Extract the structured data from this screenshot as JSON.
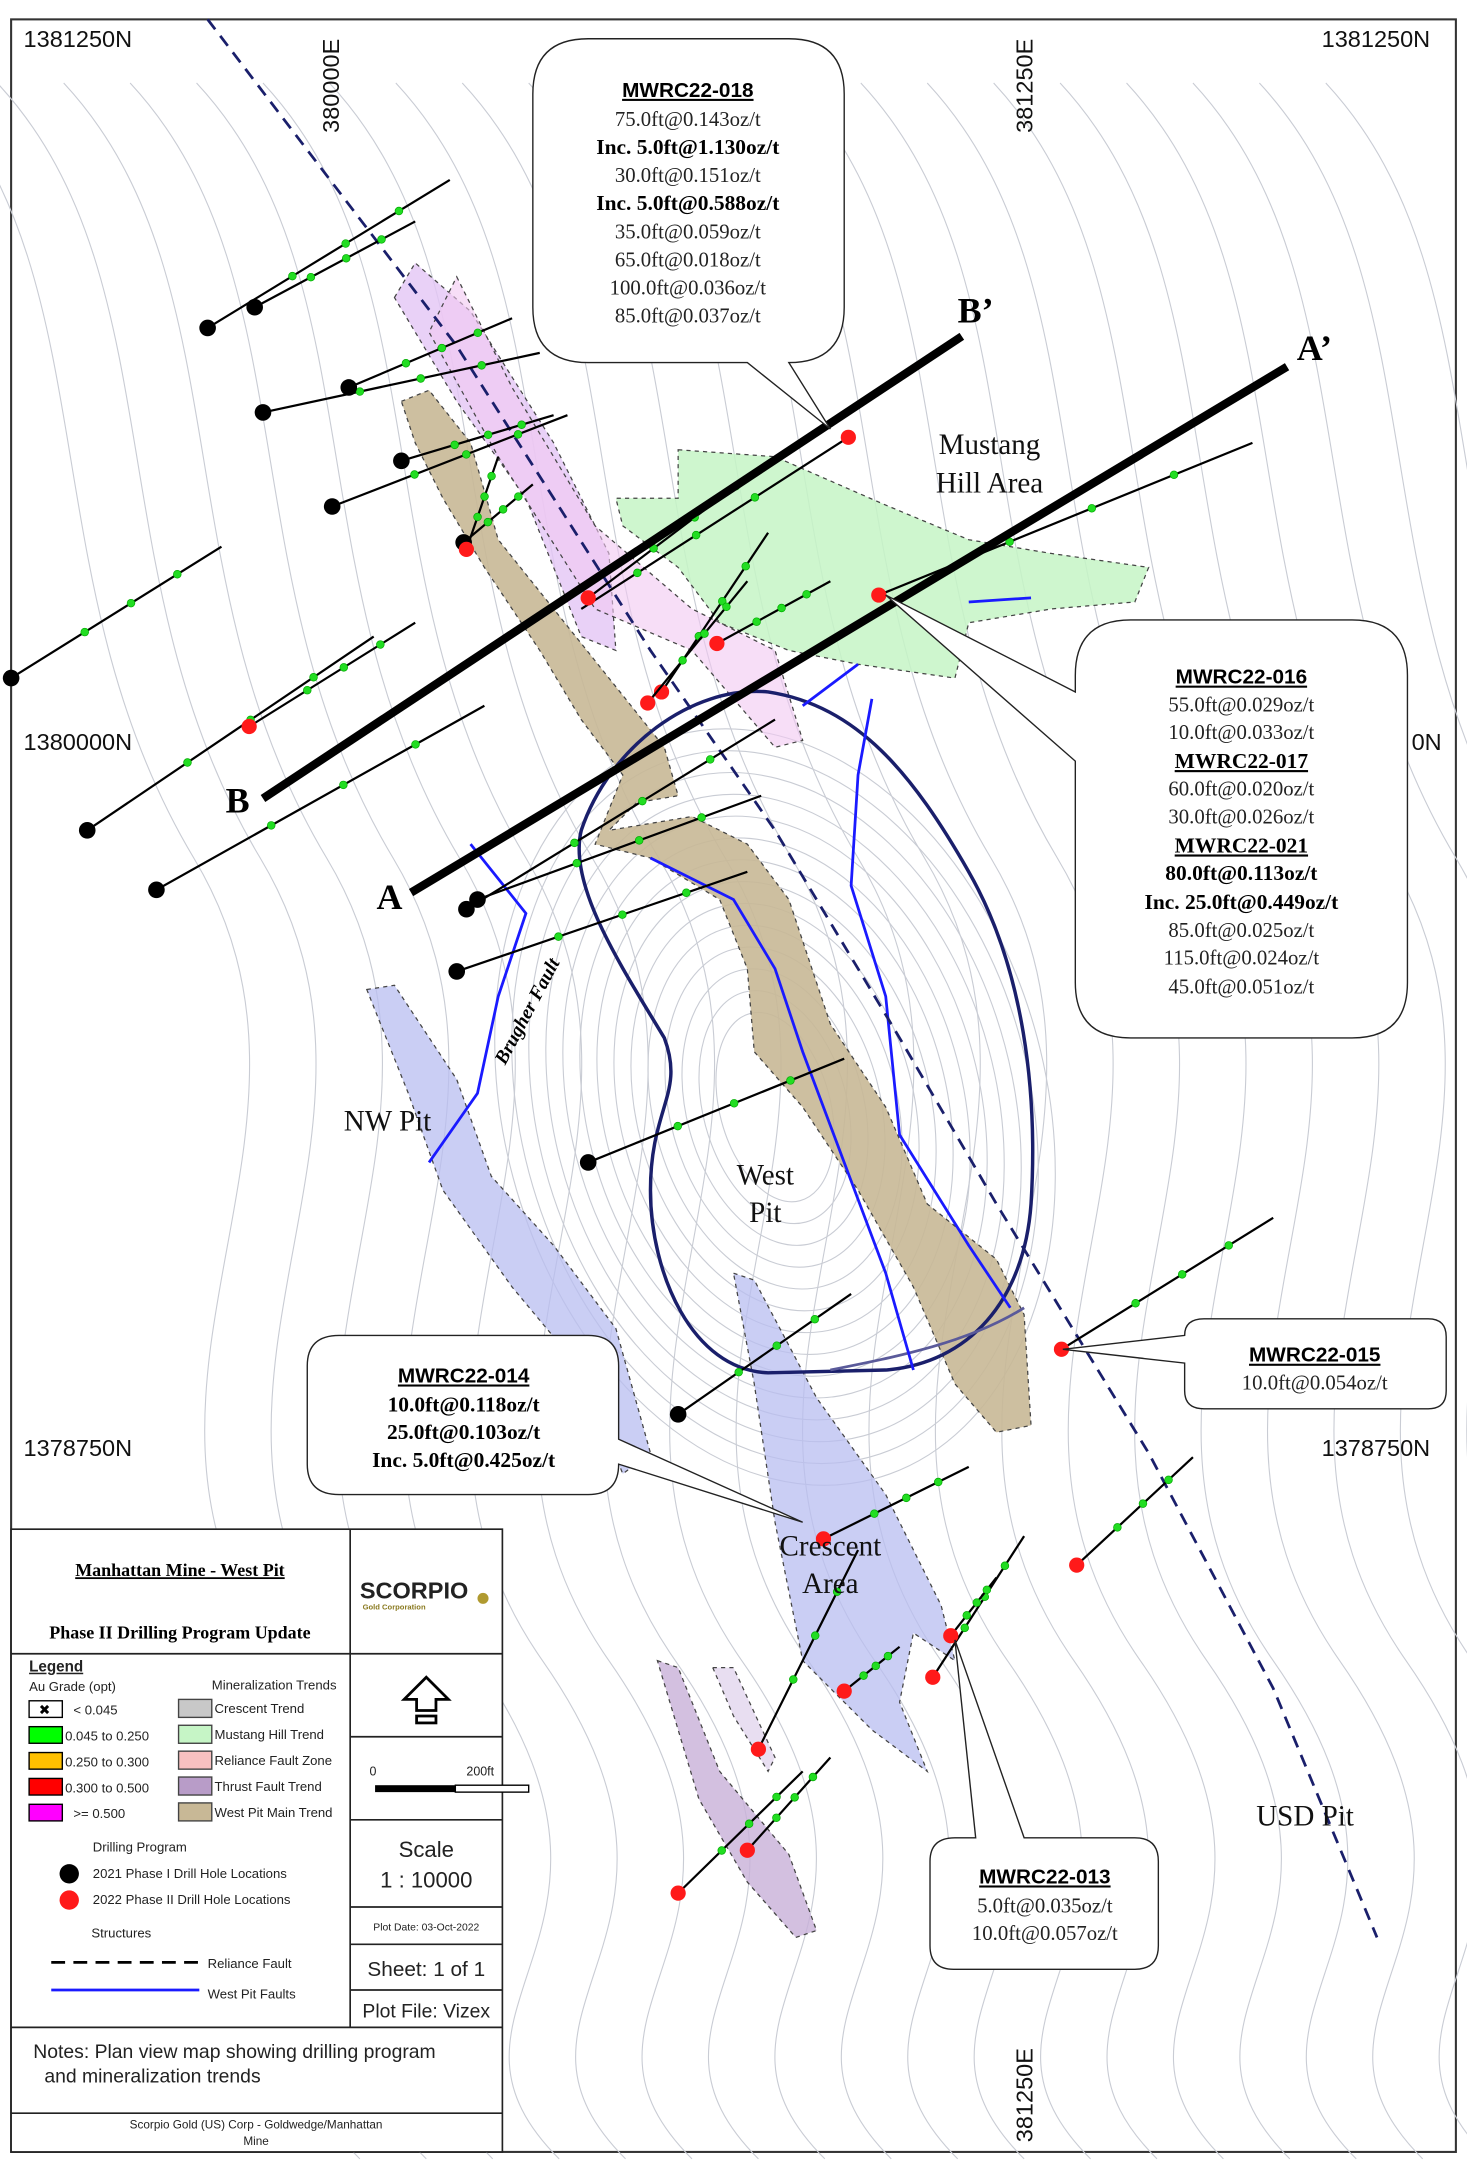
{
  "grid_labels": {
    "north_top": "1381250N",
    "north_mid": "1380000N",
    "north_mid_right": "0N",
    "north_bottom": "1378750N",
    "east_left": "380000E",
    "east_right": "381250E"
  },
  "section_labels": {
    "b_prime": "B’",
    "a_prime": "A’",
    "b": "B",
    "a": "A"
  },
  "areas": {
    "mustang_1": "Mustang",
    "mustang_2": "Hill Area",
    "nw_pit": "NW Pit",
    "west_pit_1": "West",
    "west_pit_2": "Pit",
    "crescent_1": "Crescent",
    "crescent_2": "Area",
    "usd_pit": "USD Pit",
    "brugher_fault": "Brugher Fault"
  },
  "callouts": {
    "c018": {
      "title": "MWRC22-018",
      "lines": [
        {
          "text": "75.0ft@0.143oz/t",
          "bold": false
        },
        {
          "text": "Inc. 5.0ft@1.130oz/t",
          "bold": true
        },
        {
          "text": "30.0ft@0.151oz/t",
          "bold": false
        },
        {
          "text": "Inc. 5.0ft@0.588oz/t",
          "bold": true
        },
        {
          "text": "35.0ft@0.059oz/t",
          "bold": false
        },
        {
          "text": "65.0ft@0.018oz/t",
          "bold": false
        },
        {
          "text": "100.0ft@0.036oz/t",
          "bold": false
        },
        {
          "text": "85.0ft@0.037oz/t",
          "bold": false
        }
      ]
    },
    "c016": {
      "title": "MWRC22-016",
      "l1": "55.0ft@0.029oz/t",
      "l2": "10.0ft@0.033oz/t",
      "title2": "MWRC22-017",
      "l3": "60.0ft@0.020oz/t",
      "l4": "30.0ft@0.026oz/t",
      "title3": "MWRC22-021",
      "l5": "80.0ft@0.113oz/t",
      "l6": "Inc. 25.0ft@0.449oz/t",
      "l7": "85.0ft@0.025oz/t",
      "l8": "115.0ft@0.024oz/t",
      "l9": "45.0ft@0.051oz/t"
    },
    "c014": {
      "title": "MWRC22-014",
      "l1": "10.0ft@0.118oz/t",
      "l2": "25.0ft@0.103oz/t",
      "l3": "Inc. 5.0ft@0.425oz/t"
    },
    "c015": {
      "title": "MWRC22-015",
      "l1": "10.0ft@0.054oz/t"
    },
    "c013": {
      "title": "MWRC22-013",
      "l1": "5.0ft@0.035oz/t",
      "l2": "10.0ft@0.057oz/t"
    }
  },
  "title_block": {
    "title": "Manhattan Mine - West Pit",
    "subtitle": "Phase II Drilling Program Update",
    "logo_text": "SCORPIO",
    "logo_sub": "Gold Corporation",
    "scale_zero": "0",
    "scale_end": "200ft",
    "scale_label": "Scale",
    "scale_value": "1 : 10000",
    "plot_date": "Plot Date: 03-Oct-2022",
    "sheet": "Sheet: 1 of 1",
    "plot_file": "Plot File: Vizex",
    "notes_1": "Notes: Plan view map showing drilling program",
    "notes_2": "and mineralization trends",
    "footer_1": "Scorpio Gold (US) Corp - Goldwedge/Manhattan",
    "footer_2": "Mine"
  },
  "legend": {
    "title": "Legend",
    "grade_heading": "Au Grade (opt)",
    "grades": [
      {
        "label": "< 0.045",
        "color": "#ffffff"
      },
      {
        "label": "0.045 to 0.250",
        "color": "#00ff00"
      },
      {
        "label": "0.250 to 0.300",
        "color": "#ffc000"
      },
      {
        "label": "0.300 to 0.500",
        "color": "#ff0000"
      },
      {
        "label": ">= 0.500",
        "color": "#ff00ff"
      }
    ],
    "trend_heading": "Mineralization Trends",
    "trends": [
      {
        "label": "Crescent Trend",
        "color": "#c8c8c8"
      },
      {
        "label": "Mustang Hill Trend",
        "color": "#c6f5c6"
      },
      {
        "label": "Reliance Fault Zone",
        "color": "#f8c0c0"
      },
      {
        "label": "Thrust Fault Trend",
        "color": "#b89cc8"
      },
      {
        "label": "West Pit Main Trend",
        "color": "#c8b896"
      }
    ],
    "drilling_heading": "Drilling Program",
    "drill_2021": "2021 Phase I Drill Hole Locations",
    "drill_2022": "2022 Phase II Drill Hole Locations",
    "structures_heading": "Structures",
    "reliance_fault": "Reliance Fault",
    "west_pit_faults": "West Pit Faults"
  },
  "colors": {
    "phase1": "#000000",
    "phase2": "#ff1a1a",
    "fault": "#1a1aff",
    "pit": "#1a1f6b"
  }
}
